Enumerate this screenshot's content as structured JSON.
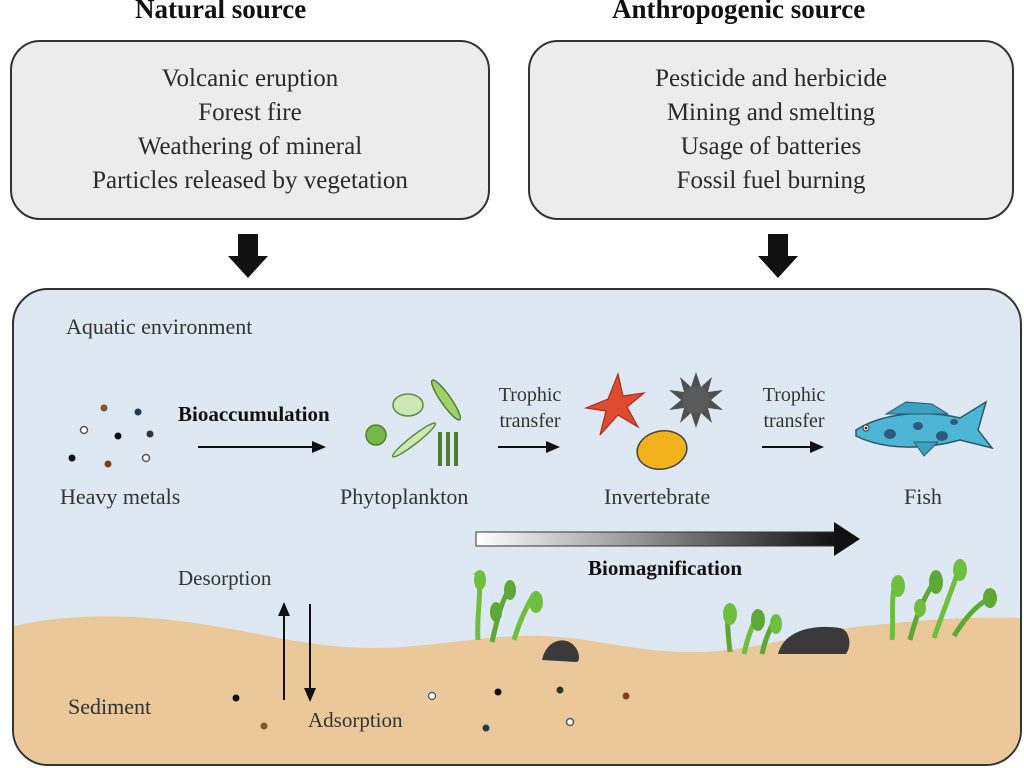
{
  "natural": {
    "title": "Natural source",
    "items": [
      "Volcanic eruption",
      "Forest fire",
      "Weathering of mineral",
      "Particles released by vegetation"
    ]
  },
  "anthropogenic": {
    "title": "Anthropogenic source",
    "items": [
      "Pesticide and herbicide",
      "Mining and smelting",
      "Usage of batteries",
      "Fossil fuel burning"
    ]
  },
  "environment": {
    "title": "Aquatic environment",
    "bioaccumulation": "Bioaccumulation",
    "trophic_1": [
      "Trophic",
      "transfer"
    ],
    "trophic_2": [
      "Trophic",
      "transfer"
    ],
    "biomagnification": "Biomagnification",
    "organisms": {
      "heavy_metals": "Heavy metals",
      "phytoplankton": "Phytoplankton",
      "invertebrate": "Invertebrate",
      "fish": "Fish"
    },
    "desorption": "Desorption",
    "adsorption": "Adsorption",
    "sediment": "Sediment"
  },
  "colors": {
    "water": "#dde8f3",
    "sediment": "#ebc89a",
    "box_fill": "#ececec",
    "fish": "#4db6d6",
    "starfish": "#e04a2e",
    "urchin": "#505050",
    "shell": "#f2b21c",
    "plant": "#6fbf3f"
  }
}
